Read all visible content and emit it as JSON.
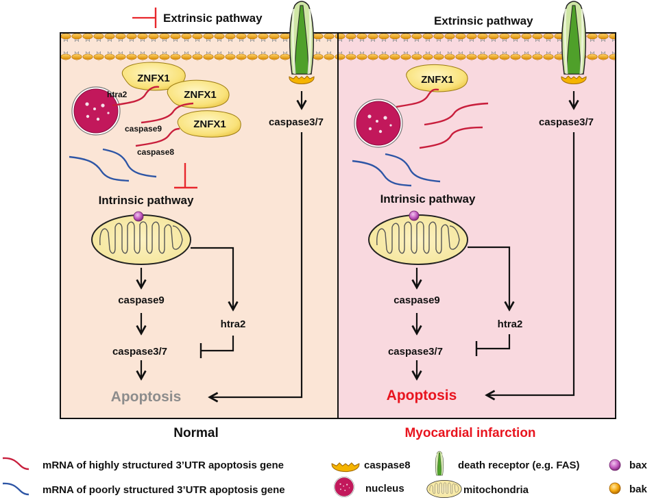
{
  "colors": {
    "normal_bg": "#fbe5d6",
    "mi_bg": "#f9d9df",
    "inhibit_red": "#e8262c",
    "mrna_red": "#c81e3c",
    "mrna_blue": "#2d55a5",
    "apoptosis_normal": "#8c8c8c",
    "apoptosis_mi": "#e8141e",
    "mi_title": "#e8141e",
    "znfx_fill": "#f9e27a",
    "caspase8_fill": "#f5b400",
    "nucleus_fill": "#c2185b",
    "bax_fill": "#c45bc0",
    "bak_fill": "#f5a80f"
  },
  "panels": {
    "normal": {
      "title": "Normal",
      "extrinsic_label": "Extrinsic pathway",
      "intrinsic_label": "Intrinsic pathway",
      "znfx_labels": [
        "ZNFX1",
        "ZNFX1",
        "ZNFX1"
      ],
      "mrna_labels": {
        "htra2": "htra2",
        "caspase9": "caspase9",
        "caspase8": "caspase8"
      },
      "extrinsic_effector": "caspase3/7",
      "intrinsic_chain": {
        "caspase9": "caspase9",
        "caspase37": "caspase3/7",
        "htra2": "htra2"
      },
      "outcome": "Apoptosis"
    },
    "mi": {
      "title": "Myocardial infarction",
      "extrinsic_label": "Extrinsic pathway",
      "intrinsic_label": "Intrinsic pathway",
      "znfx_labels": [
        "ZNFX1"
      ],
      "extrinsic_effector": "caspase3/7",
      "intrinsic_chain": {
        "caspase9": "caspase9",
        "caspase37": "caspase3/7",
        "htra2": "htra2"
      },
      "outcome": "Apoptosis"
    }
  },
  "legend": {
    "mrna_high": "mRNA of highly structured 3’UTR apoptosis gene",
    "mrna_poor": "mRNA of poorly structured 3’UTR apoptosis gene",
    "caspase8": "caspase8",
    "nucleus": "nucleus",
    "death_receptor": "death receptor (e.g. FAS)",
    "mitochondria": "mitochondria",
    "bax": "bax",
    "bak": "bak"
  }
}
